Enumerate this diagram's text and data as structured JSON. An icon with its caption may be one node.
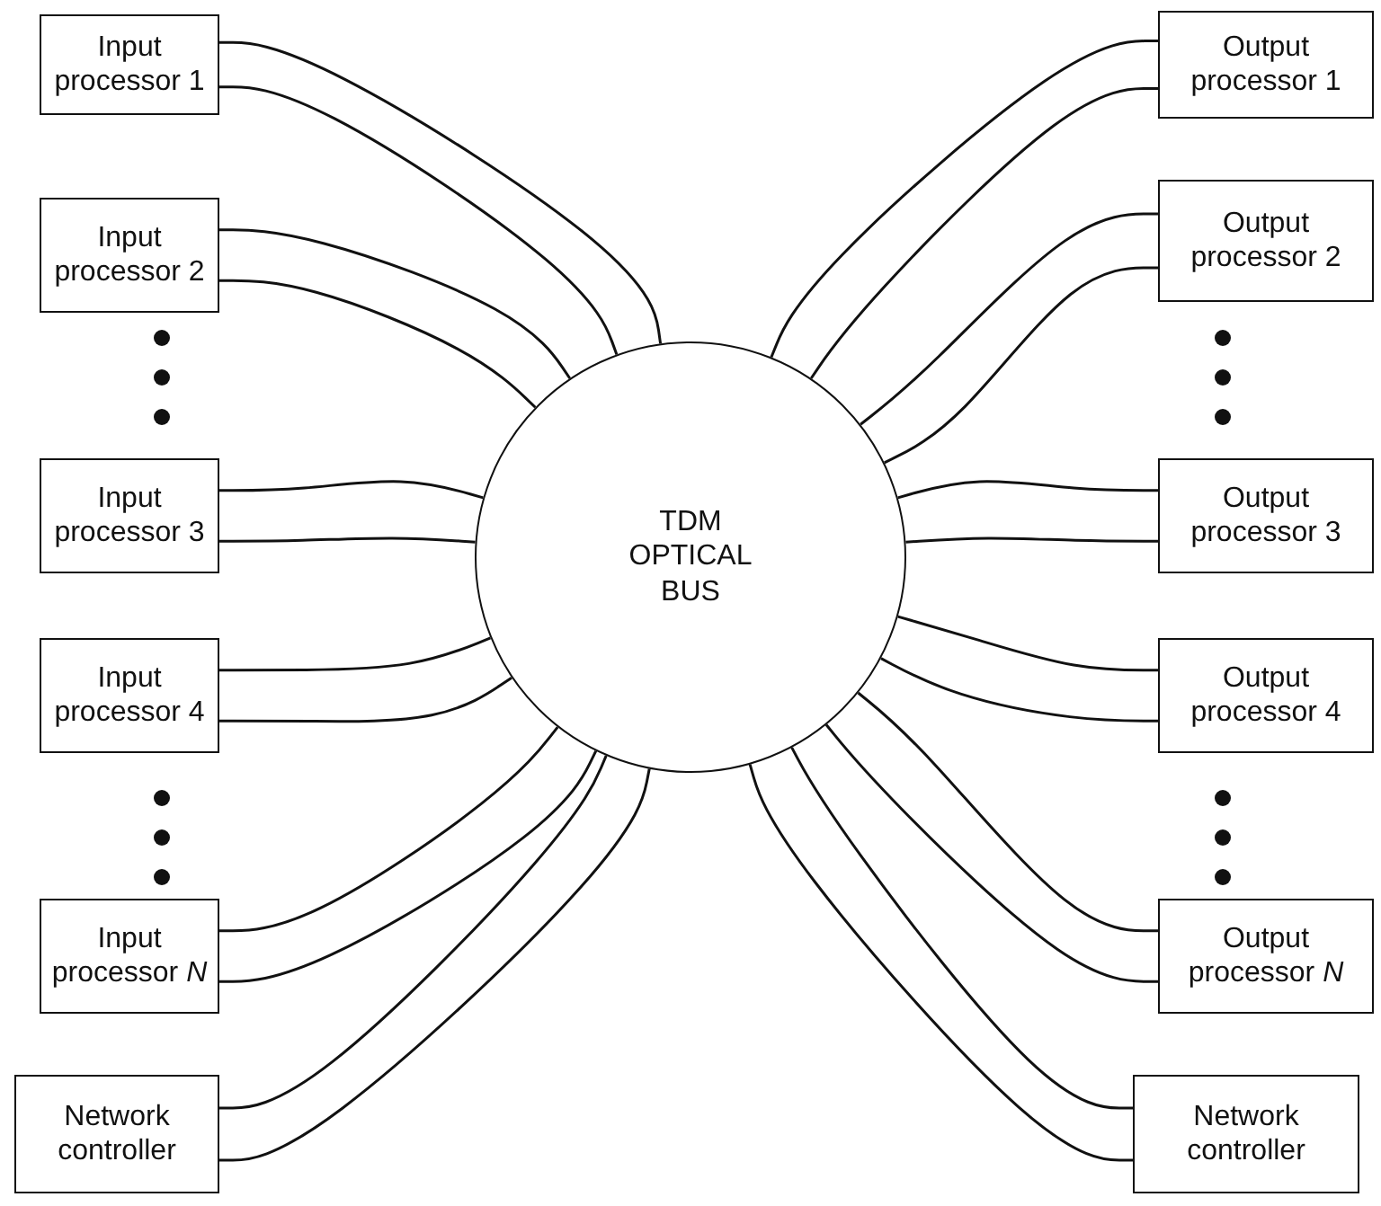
{
  "diagram": {
    "nodes": [
      {
        "text": [
          "Input processor 1"
        ]
      },
      {
        "text": [
          "Input processor 2"
        ]
      },
      {
        "text": [
          "Input processor 3"
        ]
      },
      {
        "text": [
          "Input processor 4"
        ]
      },
      {
        "text": [
          "Input processor *N*"
        ]
      },
      {
        "text": [
          "Network controller"
        ]
      },
      {
        "text": [
          "TDM OPTICAL BUS"
        ]
      },
      {
        "text": [
          "Output processor 1"
        ]
      },
      {
        "text": [
          "Output processor 2"
        ]
      },
      {
        "text": [
          "Output processor 3"
        ]
      },
      {
        "text": [
          "Output processor 4"
        ]
      },
      {
        "text": [
          "Output processor *N*"
        ]
      },
      {
        "text": [
          "Network controller"
        ]
      }
    ],
    "edges": [
      {
        "from": 0,
        "to": 6,
        "arrow": "none"
      },
      {
        "from": 0,
        "to": 6,
        "arrow": "none"
      },
      {
        "from": 1,
        "to": 6,
        "arrow": "none"
      },
      {
        "from": 1,
        "to": 6,
        "arrow": "none"
      },
      {
        "from": 2,
        "to": 6,
        "arrow": "none"
      },
      {
        "from": 2,
        "to": 6,
        "arrow": "none"
      },
      {
        "from": 3,
        "to": 6,
        "arrow": "none"
      },
      {
        "from": 3,
        "to": 6,
        "arrow": "none"
      },
      {
        "from": 4,
        "to": 6,
        "arrow": "none"
      },
      {
        "from": 4,
        "to": 6,
        "arrow": "none"
      },
      {
        "from": 5,
        "to": 6,
        "arrow": "none"
      },
      {
        "from": 5,
        "to": 6,
        "arrow": "none"
      },
      {
        "from": 7,
        "to": 6,
        "arrow": "none"
      },
      {
        "from": 7,
        "to": 6,
        "arrow": "none"
      },
      {
        "from": 8,
        "to": 6,
        "arrow": "none"
      },
      {
        "from": 8,
        "to": 6,
        "arrow": "none"
      },
      {
        "from": 9,
        "to": 6,
        "arrow": "none"
      },
      {
        "from": 9,
        "to": 6,
        "arrow": "none"
      },
      {
        "from": 10,
        "to": 6,
        "arrow": "none"
      },
      {
        "from": 10,
        "to": 6,
        "arrow": "none"
      },
      {
        "from": 11,
        "to": 6,
        "arrow": "none"
      },
      {
        "from": 11,
        "to": 6,
        "arrow": "none"
      },
      {
        "from": 12,
        "to": 6,
        "arrow": "none"
      },
      {
        "from": 12,
        "to": 6,
        "arrow": "none"
      }
    ]
  }
}
